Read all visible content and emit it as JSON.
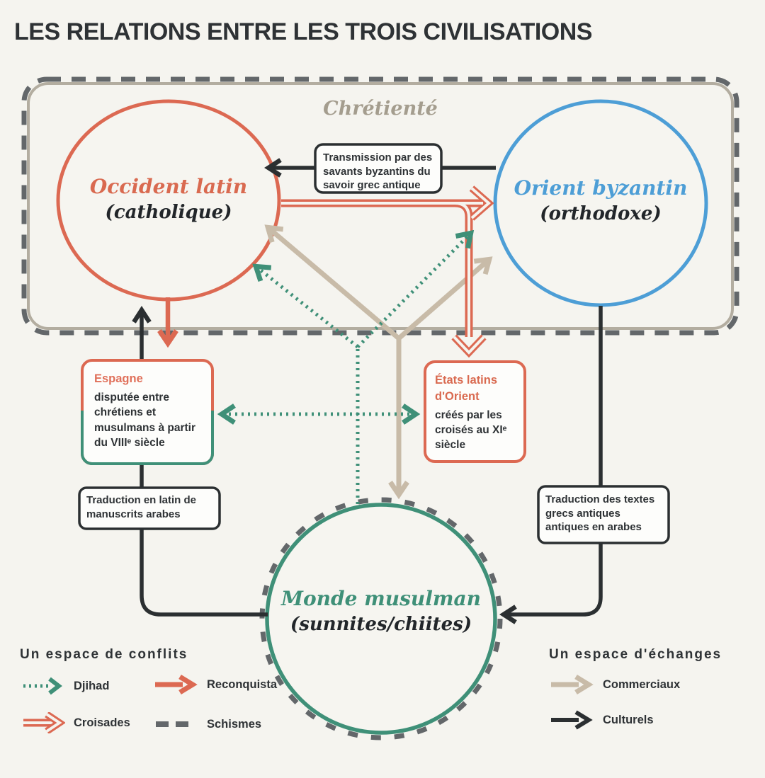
{
  "title": "LES RELATIONS ENTRE LES TROIS CIVILISATIONS",
  "colors": {
    "catholic_red": "#d96a50",
    "byzantine_blue": "#4d9ed6",
    "muslim_green": "#3f9078",
    "commerce_tan": "#c8bba8",
    "schism_gray": "#63676a",
    "cultural_black": "#2b2f31",
    "paper": "#f5f4ef"
  },
  "diagram": {
    "christendom_label": "Chrétienté",
    "circles": {
      "occident": {
        "name": "Occident latin",
        "subtitle": "(catholique)"
      },
      "orient": {
        "name": "Orient byzantin",
        "subtitle": "(orthodoxe)"
      },
      "muslim": {
        "name": "Monde musulman",
        "subtitle": "(sunnites/chiites)"
      }
    },
    "boxes": {
      "transmission": "Transmission par des savants byzantins du savoir grec antique",
      "espagne_title": "Espagne",
      "espagne_text": "disputée entre chrétiens et musulmans à partir du VIIIᵉ siècle",
      "etats_title": "États latins d'Orient",
      "etats_text": "créés par les croisés au XIᵉ siècle",
      "traduction_left": "Traduction en latin de manuscrits arabes",
      "traduction_right": "Traduction des textes grecs antiques antiques en arabes"
    }
  },
  "legend_conflicts": {
    "title": "Un espace de conflits",
    "items": [
      {
        "label": "Djihad"
      },
      {
        "label": "Reconquista"
      },
      {
        "label": "Croisades"
      },
      {
        "label": "Schismes"
      }
    ]
  },
  "legend_exchanges": {
    "title": "Un espace d'échanges",
    "items": [
      {
        "label": "Commerciaux"
      },
      {
        "label": "Culturels"
      }
    ]
  }
}
